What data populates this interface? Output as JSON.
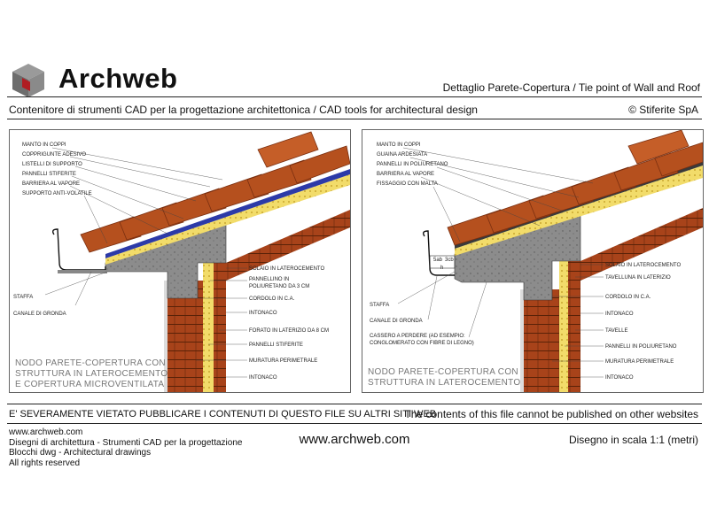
{
  "header": {
    "brand": "Archweb",
    "title": "Dettaglio Parete-Copertura   /  Tie point of Wall and Roof",
    "subtitle_left": "Contenitore di strumenti CAD per la progettazione architettonica  /  CAD tools for architectural design",
    "subtitle_right": "© Stiferite SpA",
    "logo_icon": "cube-logo-icon"
  },
  "left_panel": {
    "labels_top": [
      "MANTO IN COPPI",
      "COPPRIGUNTE ADESIVO",
      "LISTELLI DI SUPPORTO",
      "PANNELLI STIFERITE",
      "BARRIERA AL VAPORE",
      "SUPPORTO ANTI-VOLATILE"
    ],
    "labels_right": [
      "SOLAIO IN LATEROCEMENTO",
      "PANNELLINO IN",
      "POLIURETANO DA 3 CM",
      "CORDOLO IN C.A.",
      "INTONACO",
      "FORATO IN LATERIZIO DA 8 CM",
      "PANNELLI STIFERITE",
      "MURATURA PERIMETRALE",
      "INTONACO"
    ],
    "labels_left": [
      "STAFFA",
      "CANALE DI GRONDA"
    ],
    "caption": [
      "NODO PARETE-COPERTURA CON",
      "STRUTTURA IN LATEROCEMENTO",
      "E COPERTURA MICROVENTILATA"
    ]
  },
  "right_panel": {
    "labels_top": [
      "MANTO IN COPPI",
      "GUAINA ARDESIATA",
      "PANNELLI IN POLIURETANO",
      "BARRIERA AL VAPORE",
      "FISSAGGIO CON MALTA"
    ],
    "labels_right": [
      "SOLAIO IN LATEROCEMENTO",
      "TAVELLUNA IN LATERIZIO",
      "CORDOLO IN C.A.",
      "INTONACO",
      "TAVELLE",
      "PANNELLI IN POLIURETANO",
      "MURATURA PERIMETRALE",
      "INTONACO"
    ],
    "labels_left": [
      "STAFFA",
      "CANALE DI GRONDA",
      "CASSERO A PERDERE (AD ESEMPIO:",
      "CONGLOMERATO CON FIBRE DI LEGNO)"
    ],
    "dims": [
      "5ab",
      "3cb",
      "h"
    ],
    "caption": [
      "NODO PARETE-COPERTURA CON",
      "STRUTTURA IN LATEROCEMENTO"
    ]
  },
  "footer": {
    "warning_it": "E' SEVERAMENTE VIETATO PUBBLICARE I CONTENUTI DI QUESTO FILE SU ALTRI SITI WEB",
    "warning_en": "The contents of this file cannot be published on other websites",
    "lines": [
      "www.archweb.com",
      "Disegni di architettura - Strumenti CAD  per la progettazione",
      "Blocchi dwg - Architectural drawings",
      "All rights reserved"
    ],
    "center_url": "www.archweb.com",
    "scale": "Disegno in scala 1:1 (metri)"
  },
  "colors": {
    "tile": "#b5501e",
    "tile_dark": "#7a2f10",
    "brick": "#a8431a",
    "insulation": "#f2dc6a",
    "concrete": "#8c8c8c",
    "membrane": "#2c3aa8",
    "logo_red": "#b01c22",
    "logo_grey": "#7d7d7d"
  }
}
